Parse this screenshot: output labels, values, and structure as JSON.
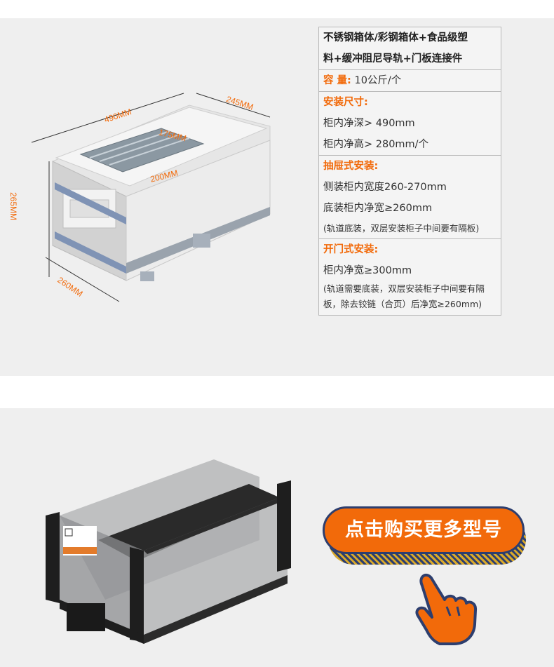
{
  "spec": {
    "material_1": "不锈钢箱体/彩钢箱体+食品级塑",
    "material_2": "料+缓冲阻尼导轨+门板连接件",
    "capacity_label": "容 量:",
    "capacity_value": "10公斤/个",
    "install_size_title": "安装尺寸:",
    "depth": "柜内净深> 490mm",
    "height": "柜内净高> 280mm/个",
    "drawer_title": "抽屉式安装:",
    "side_width": "侧装柜内宽度260-270mm",
    "bottom_width": "底装柜内净宽≥260mm",
    "drawer_note": "(轨道底装，双层安装柜子中间要有隔板)",
    "door_title": "开门式安装:",
    "door_width": "柜内净宽≥300mm",
    "door_note_1": "(轨道需要底装，双层安装柜子中间要有隔",
    "door_note_2": "板，除去铰链（合页）后净宽≥260mm)"
  },
  "dimensions": {
    "length": "490MM",
    "width": "245MM",
    "lid_width": "175MM",
    "lid_length": "200MM",
    "height": "265MM",
    "bottom": "260MM"
  },
  "cta": {
    "label": "点击购买更多型号"
  },
  "colors": {
    "accent": "#f26a0a",
    "navy": "#2d3e6e"
  }
}
